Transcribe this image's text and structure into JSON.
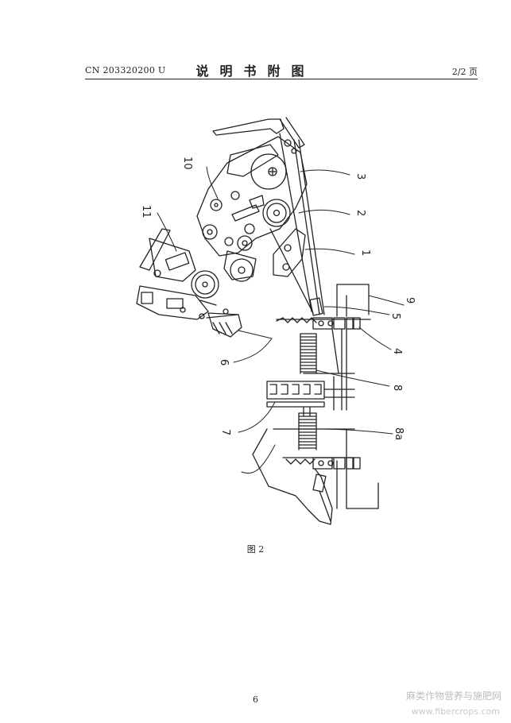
{
  "header": {
    "patent_number": "CN 203320200 U",
    "section_title": "说明书附图",
    "page_of": "2/2 页"
  },
  "figure": {
    "caption": "图 2",
    "reference_labels": [
      "10",
      "3",
      "11",
      "2",
      "1",
      "9",
      "5",
      "4",
      "6",
      "8",
      "7",
      "8a"
    ]
  },
  "footer": {
    "page_number": "6"
  },
  "watermark": {
    "line1": "麻类作物营养与施肥网",
    "line2": "www.fibercrops.com"
  }
}
